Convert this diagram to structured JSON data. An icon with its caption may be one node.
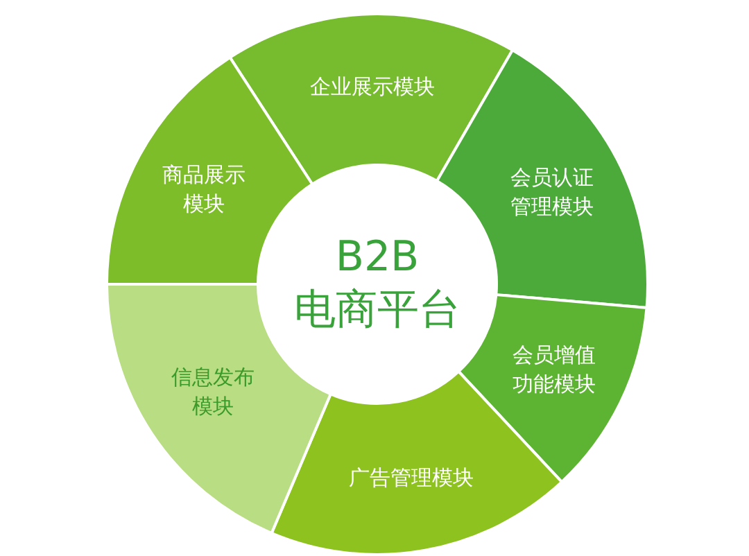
{
  "diagram": {
    "nodes": [
      {
        "text": [
          "B2B 电商平台"
        ]
      },
      {
        "text": [
          "企业展示模块"
        ]
      },
      {
        "text": [
          "会员认证管理模块"
        ]
      },
      {
        "text": [
          "会员增值功能模块"
        ]
      },
      {
        "text": [
          "广告管理模块"
        ]
      },
      {
        "text": [
          "信息发布模块"
        ]
      },
      {
        "text": [
          "商品展示模块"
        ]
      }
    ],
    "edges": []
  }
}
